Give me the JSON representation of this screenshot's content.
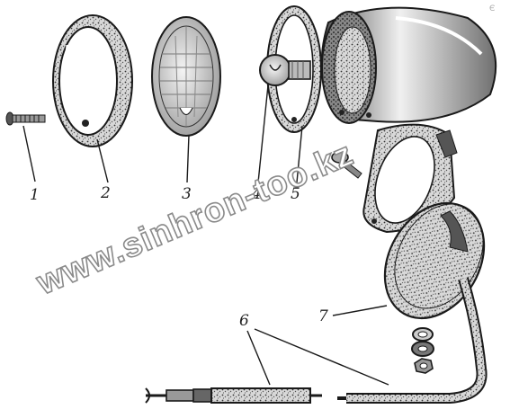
{
  "callouts": [
    {
      "id": "1",
      "label": "1"
    },
    {
      "id": "2",
      "label": "2"
    },
    {
      "id": "3",
      "label": "3"
    },
    {
      "id": "4",
      "label": "4"
    },
    {
      "id": "5",
      "label": "5"
    },
    {
      "id": "6",
      "label": "6"
    },
    {
      "id": "7",
      "label": "7"
    }
  ],
  "watermark": "www.sinhron-too.kz",
  "corner_mark": "Є"
}
